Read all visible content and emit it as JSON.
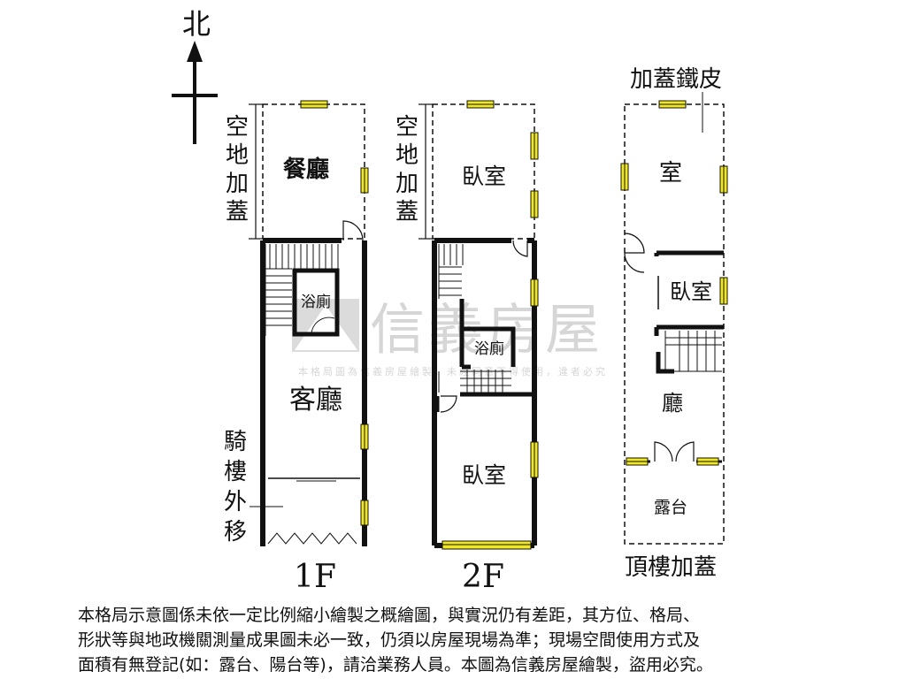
{
  "compass": {
    "north_label": "北"
  },
  "watermark": {
    "brand": "信義房屋",
    "notice": "本格局圖為信義房屋繪製，未經同意不得使用，違者必究"
  },
  "floor_1f": {
    "floor_label": "1F",
    "side_note_chars": [
      "空",
      "地",
      "加",
      "蓋"
    ],
    "arcade_chars": [
      "騎",
      "樓",
      "外",
      "移"
    ],
    "rooms": {
      "dining": "餐廳",
      "bathroom": "浴廁",
      "living": "客廳"
    }
  },
  "floor_2f": {
    "floor_label": "2F",
    "side_note_chars": [
      "空",
      "地",
      "加",
      "蓋"
    ],
    "rooms": {
      "bedroom_north": "臥室",
      "bathroom": "浴廁",
      "bedroom_south": "臥室"
    }
  },
  "floor_roof": {
    "floor_label": "頂樓加蓋",
    "roof_note": "加蓋鐵皮",
    "rooms": {
      "room": "室",
      "bedroom": "臥室",
      "hall": "廳",
      "terrace": "露台"
    }
  },
  "disclaimer": {
    "line1": "本格局示意圖係未依一定比例縮小繪製之概繪圖，與實況仍有差距，其方位、格局、",
    "line2": "形狀等與地政機關測量成果圖未必一致，仍須以房屋現場為準；現場空間使用方式及",
    "line3": "面積有無登記(如：露台、陽台等)，請洽業務人員。本圖為信義房屋繪製，盜用必究。"
  }
}
